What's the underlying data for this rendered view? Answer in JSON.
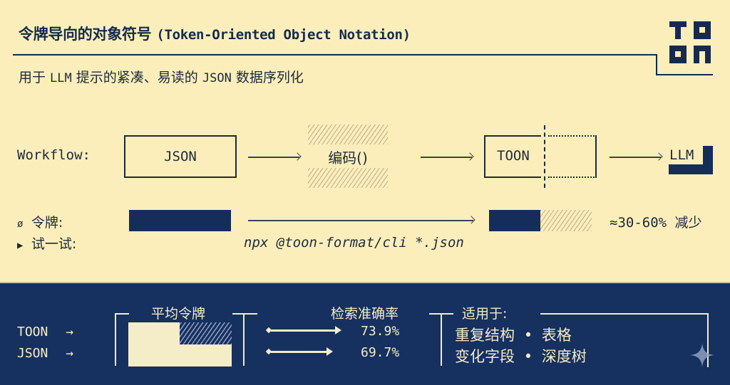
{
  "header": {
    "title_cn": "令牌导向的对象符号",
    "title_en": "(Token-Oriented Object Notation)",
    "subtitle_parts": [
      "用于 ",
      "LLM",
      " 提示的紧凑、易读的 ",
      "JSON",
      " 数据序列化"
    ]
  },
  "logo": {
    "text": "TOON",
    "icon": "toon-logo-icon"
  },
  "workflow": {
    "label": "Workflow:",
    "steps": [
      "JSON",
      "编码()",
      "TOON",
      "LLM"
    ]
  },
  "tokens": {
    "icon": "ø",
    "label": "令牌:",
    "reduction": "≈30-60% 减少"
  },
  "try_it": {
    "icon": "▶",
    "label": "试一试:",
    "command": "npx @toon-format/cli *.json"
  },
  "stats": {
    "rows": [
      {
        "name": "TOON",
        "arrow": "→",
        "accuracy": "73.9%"
      },
      {
        "name": "JSON",
        "arrow": "→",
        "accuracy": "69.7%"
      }
    ],
    "avg_tokens_title": "平均令牌",
    "accuracy_title": "检索准确率",
    "use_cases_title": "适用于:",
    "use_cases": [
      [
        "重复结构",
        "表格"
      ],
      [
        "变化字段",
        "深度树"
      ]
    ],
    "bullet": "•"
  },
  "colors": {
    "background": "#fbeebb",
    "navy": "#152d5b",
    "cream": "#f5ecc8"
  }
}
